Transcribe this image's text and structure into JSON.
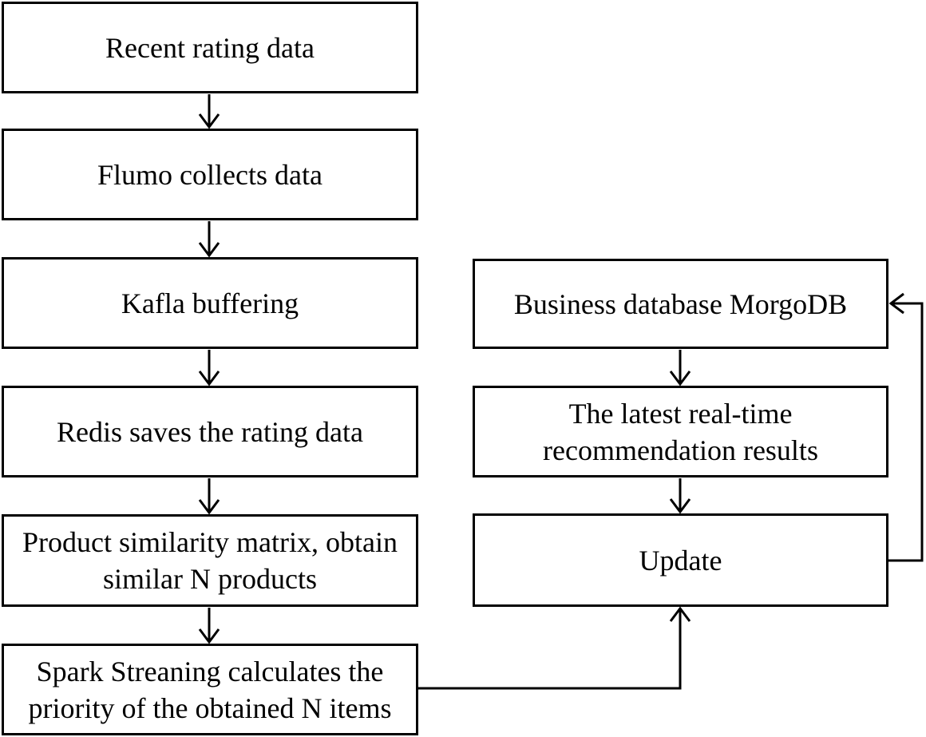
{
  "colors": {
    "background": "#ffffff",
    "line": "#000000",
    "text": "#000000"
  },
  "boxes": {
    "recent_rating": {
      "label": "Recent rating data"
    },
    "flumo_collects": {
      "label": "Flumo collects data"
    },
    "kafla_buffering": {
      "label": "Kafla buffering"
    },
    "redis_saves": {
      "label": "Redis saves the rating data"
    },
    "product_similarity": {
      "label": "Product similarity matrix, obtain\nsimilar N products"
    },
    "spark_streaning": {
      "label": "Spark Streaning calculates the\npriority of the obtained N items"
    },
    "business_database": {
      "label": "Business database MorgoDB"
    },
    "latest_results": {
      "label": "The latest real-time\nrecommendation results"
    },
    "update": {
      "label": "Update"
    }
  },
  "connections": [
    {
      "from": "recent_rating",
      "to": "flumo_collects"
    },
    {
      "from": "flumo_collects",
      "to": "kafla_buffering"
    },
    {
      "from": "kafla_buffering",
      "to": "redis_saves"
    },
    {
      "from": "redis_saves",
      "to": "product_similarity"
    },
    {
      "from": "product_similarity",
      "to": "spark_streaning"
    },
    {
      "from": "spark_streaning",
      "to": "update"
    },
    {
      "from": "business_database",
      "to": "latest_results"
    },
    {
      "from": "latest_results",
      "to": "update"
    },
    {
      "from": "update",
      "to": "business_database"
    }
  ]
}
